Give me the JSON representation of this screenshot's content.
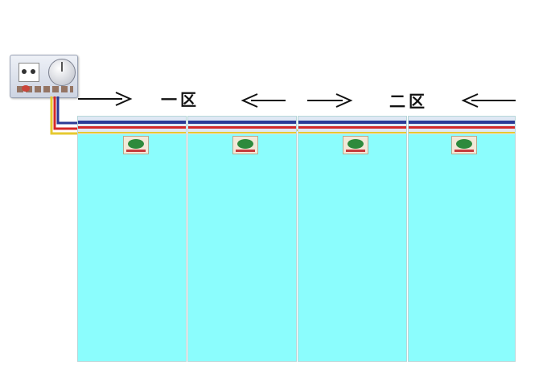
{
  "zones": [
    {
      "label": "一区"
    },
    {
      "label": "二区"
    }
  ],
  "icons": {
    "thermostat": "thermostat-icon",
    "arrow_right": "arrow-right-icon",
    "arrow_left": "arrow-left-icon",
    "heating_film_badge": "heating-film-badge-icon"
  },
  "colors": {
    "panel": "#8bfdfd",
    "wire_blue": "#2b3a96",
    "wire_red": "#d32828",
    "wire_yellow": "#e6c930"
  },
  "panels_count": 4
}
